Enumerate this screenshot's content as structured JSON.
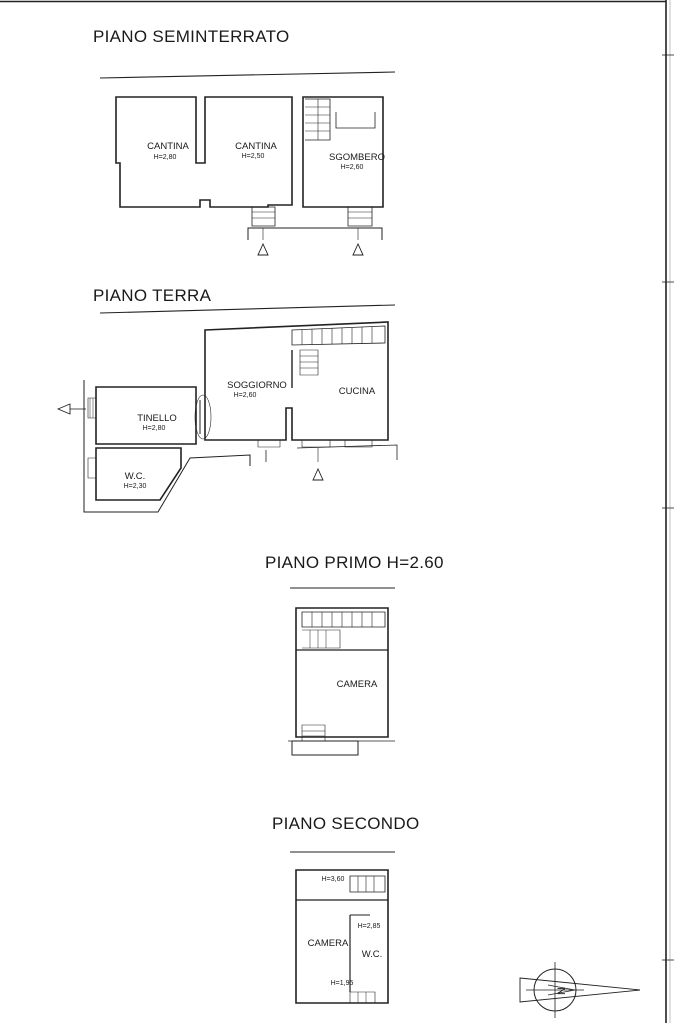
{
  "floors": [
    {
      "title": "PIANO SEMINTERRATO",
      "rooms": [
        {
          "name": "CANTINA",
          "height": "H=2,80"
        },
        {
          "name": "CANTINA",
          "height": "H=2,50"
        },
        {
          "name": "SGOMBERO",
          "height": "H=2,60"
        }
      ]
    },
    {
      "title": "PIANO TERRA",
      "rooms": [
        {
          "name": "SOGGIORNO",
          "height": "H=2,60"
        },
        {
          "name": "CUCINA",
          "height": ""
        },
        {
          "name": "TINELLO",
          "height": "H=2,80"
        },
        {
          "name": "W.C.",
          "height": "H=2,30"
        }
      ]
    },
    {
      "title": "PIANO PRIMO H=2.60",
      "rooms": [
        {
          "name": "CAMERA",
          "height": ""
        }
      ]
    },
    {
      "title": "PIANO SECONDO",
      "rooms": [
        {
          "name": "CAMERA",
          "height": ""
        },
        {
          "name": "W.C.",
          "height": "H=2,85"
        }
      ],
      "annotations": [
        "H=3,60",
        "H=1,95"
      ]
    }
  ],
  "north_arrow_label": "N"
}
